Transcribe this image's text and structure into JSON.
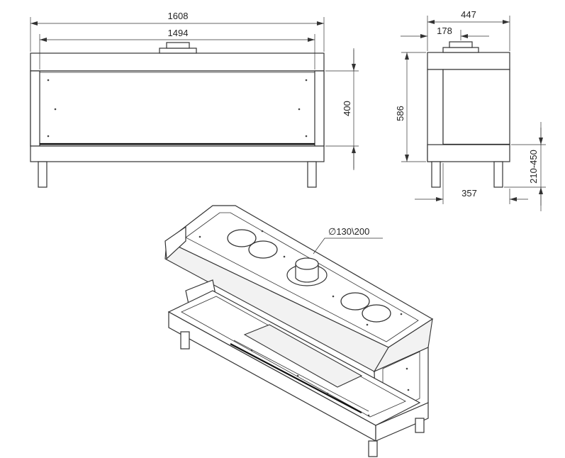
{
  "dimensions": {
    "front_width_total": "1608",
    "front_width_inner": "1494",
    "front_height": "400",
    "side_depth_total": "447",
    "side_flue_offset": "178",
    "side_height": "586",
    "side_leg_height": "210-450",
    "side_depth_base": "357"
  },
  "flue_label": "∅130\\200"
}
